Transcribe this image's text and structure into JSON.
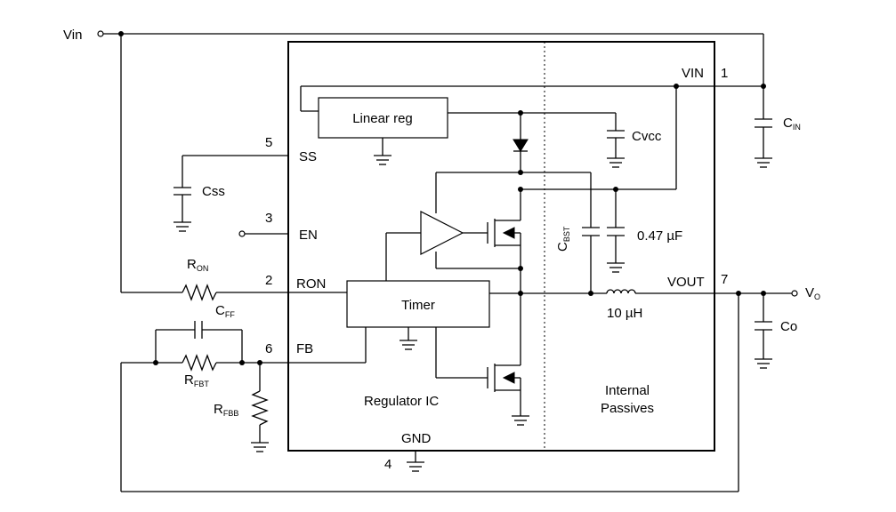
{
  "labels": {
    "vin_left": "Vin",
    "pin_vin": "VIN",
    "pin_vin_num": "1",
    "cin": "C",
    "cin_sub": "IN",
    "linear_reg": "Linear reg",
    "cvcc": "Cvcc",
    "pin_ss_num": "5",
    "pin_ss": "SS",
    "css": "Css",
    "pin_en_num": "3",
    "pin_en": "EN",
    "ron": "R",
    "ron_sub": "ON",
    "pin_ron_num": "2",
    "pin_ron": "RON",
    "timer": "Timer",
    "cbst": "C",
    "cbst_sub": "BST",
    "cap_047": "0.47 µF",
    "inductor": "10 µH",
    "pin_vout": "VOUT",
    "pin_vout_num": "7",
    "vo": "V",
    "vo_sub": "O",
    "co": "Co",
    "cff": "C",
    "cff_sub": "FF",
    "pin_fb_num": "6",
    "pin_fb": "FB",
    "rfbt": "R",
    "rfbt_sub": "FBT",
    "rfbb": "R",
    "rfbb_sub": "FBB",
    "regulator_ic": "Regulator IC",
    "internal_1": "Internal",
    "internal_2": "Passives",
    "pin_gnd": "GND",
    "pin_gnd_num": "4"
  }
}
